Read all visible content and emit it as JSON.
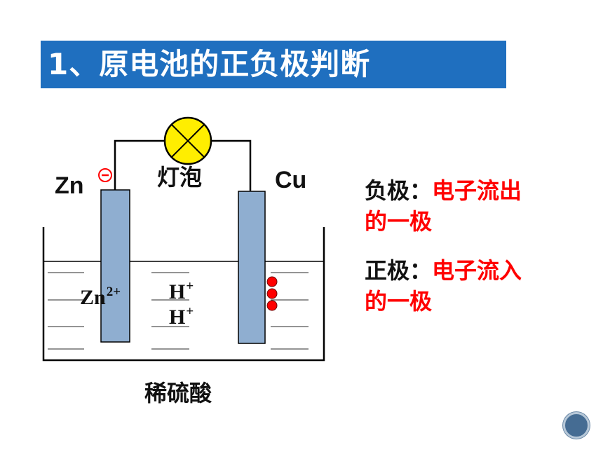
{
  "title": "1、原电池的正负极判断",
  "cell": {
    "anode_label": "Zn",
    "cathode_label": "Cu",
    "lamp_label": "灯泡",
    "solution_label": "稀硫酸",
    "negative_sign": "−",
    "ions": {
      "zinc_ion": "Zn",
      "zinc_charge": "2+",
      "hydrogen_ion": "H",
      "hydrogen_charge": "+"
    }
  },
  "descriptions": {
    "negative": {
      "key": "负极：",
      "value_line1": "电子流出",
      "value_line2": "的一极"
    },
    "positive": {
      "key": "正极：",
      "value_line1": "电子流入",
      "value_line2": "的一极"
    }
  },
  "colors": {
    "title_bg": "#1f6fbf",
    "electrode": "#8faed0",
    "lamp": "#ffee00",
    "highlight": "#ff0000",
    "bubble": "#ff0000"
  }
}
